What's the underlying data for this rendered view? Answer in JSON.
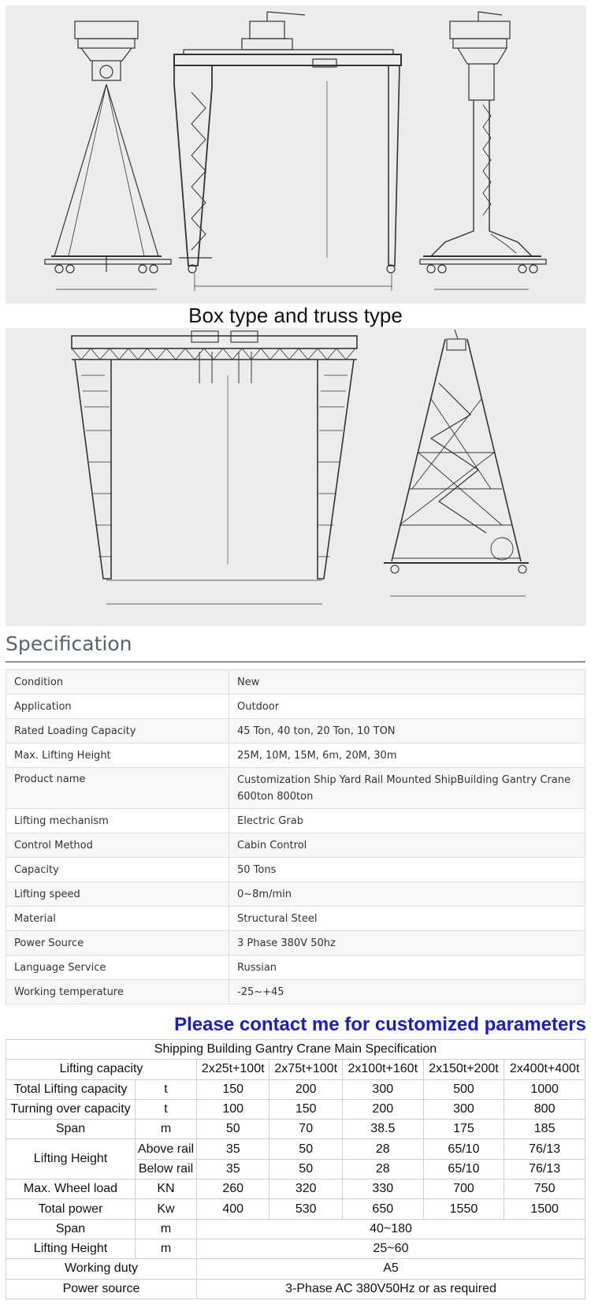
{
  "figures": {
    "box_truss_caption": "Box type and truss type"
  },
  "specification": {
    "title": "Specification",
    "rows": [
      {
        "key": "Condition",
        "value": "New"
      },
      {
        "key": "Application",
        "value": "Outdoor"
      },
      {
        "key": "Rated Loading Capacity",
        "value": "45 Ton, 40 ton, 20 Ton, 10 TON"
      },
      {
        "key": "Max. Lifting Height",
        "value": "25M, 10M, 15M, 6m, 20M, 30m"
      },
      {
        "key": "Product name",
        "value": "Customization Ship Yard Rail Mounted ShipBuilding Gantry Crane 600ton 800ton"
      },
      {
        "key": "Lifting mechanism",
        "value": "Electric Grab"
      },
      {
        "key": "Control Method",
        "value": "Cabin Control"
      },
      {
        "key": "Capacity",
        "value": "50 Tons"
      },
      {
        "key": "Lifting speed",
        "value": "0~8m/min"
      },
      {
        "key": "Material",
        "value": "Structural Steel"
      },
      {
        "key": "Power Source",
        "value": "3 Phase 380V 50hz"
      },
      {
        "key": "Language Service",
        "value": "Russian"
      },
      {
        "key": "Working temperature",
        "value": "-25~+45"
      }
    ]
  },
  "contact_banner": "Please contact me for customized parameters",
  "main_spec": {
    "title": "Shipping Building Gantry Crane Main Specification",
    "capacity_label": "Lifting capacity",
    "models": [
      "2x25t+100t",
      "2x75t+100t",
      "2x100t+160t",
      "2x150t+200t",
      "2x400t+400t"
    ],
    "total_lifting": {
      "label": "Total Lifting capacity",
      "unit": "t",
      "values": [
        "150",
        "200",
        "300",
        "500",
        "1000"
      ]
    },
    "turning_over": {
      "label": "Turning over capacity",
      "unit": "t",
      "values": [
        "100",
        "150",
        "200",
        "300",
        "800"
      ]
    },
    "span": {
      "label": "Span",
      "unit": "m",
      "values": [
        "50",
        "70",
        "38.5",
        "175",
        "185"
      ]
    },
    "lifting_height": {
      "label": "Lifting Height",
      "above": {
        "label": "Above rail",
        "values": [
          "35",
          "50",
          "28",
          "65/10",
          "76/13"
        ]
      },
      "below": {
        "label": "Below rail",
        "values": [
          "35",
          "50",
          "28",
          "65/10",
          "76/13"
        ]
      }
    },
    "wheel_load": {
      "label": "Max. Wheel load",
      "unit": "KN",
      "values": [
        "260",
        "320",
        "330",
        "700",
        "750"
      ]
    },
    "total_power": {
      "label": "Total power",
      "unit": "Kw",
      "values": [
        "400",
        "530",
        "650",
        "1550",
        "1500"
      ]
    },
    "span_range": {
      "label": "Span",
      "unit": "m",
      "value": "40~180"
    },
    "height_range": {
      "label": "Lifting Height",
      "unit": "m",
      "value": "25~60"
    },
    "working_duty": {
      "label": "Working duty",
      "value": "A5"
    },
    "power_source": {
      "label": "Power source",
      "value": "3-Phase AC 380V50Hz or as required"
    }
  }
}
